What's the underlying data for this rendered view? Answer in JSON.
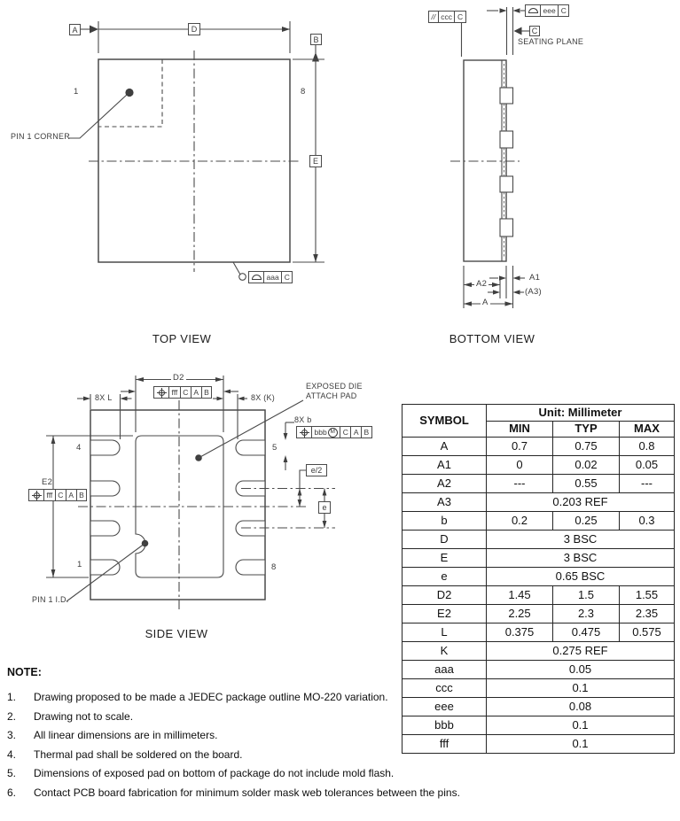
{
  "top_view": {
    "title": "TOP VIEW",
    "datum_a": "A",
    "dim_d": "D",
    "datum_b": "B",
    "dim_e": "E",
    "pin1": "1",
    "pin8": "8",
    "pin1_corner_label": "PIN 1 CORNER",
    "frame_aaa": {
      "tol": "aaa",
      "d1": "C"
    }
  },
  "bottom_view": {
    "title": "BOTTOM VIEW",
    "frame_ccc": {
      "sym": "//",
      "tol": "ccc",
      "d1": "C"
    },
    "frame_eee": {
      "tol": "eee",
      "d1": "C"
    },
    "datum_c": "C",
    "seating_plane_label": "SEATING PLANE",
    "dim_a1": "A1",
    "dim_a2": "A2",
    "dim_a3": "(A3)",
    "dim_a": "A"
  },
  "side_view": {
    "title": "SIDE VIEW",
    "dim_d2": "D2",
    "dim_8x_l": "8X L",
    "dim_8x_k": "8X (K)",
    "exposed_pad_line1": "EXPOSED DIE",
    "exposed_pad_line2": "ATTACH PAD",
    "dim_8x_b": "8X b",
    "frame_fff_top": {
      "tol": "fff",
      "d1": "C",
      "d2": "A",
      "d3": "B"
    },
    "frame_bbb": {
      "tol": "bbb",
      "mod": "M",
      "d1": "C",
      "d2": "A",
      "d3": "B"
    },
    "frame_fff_left": {
      "tol": "fff",
      "d1": "C",
      "d2": "A",
      "d3": "B"
    },
    "dim_e2": "E2",
    "dim_e_half": "e/2",
    "dim_e": "e",
    "pin4": "4",
    "pin5": "5",
    "pin1": "1",
    "pin8": "8",
    "pin1_id_label": "PIN 1 I.D."
  },
  "table": {
    "header_symbol": "SYMBOL",
    "header_unit": "Unit: Millimeter",
    "header_min": "MIN",
    "header_typ": "TYP",
    "header_max": "MAX",
    "rows": [
      {
        "symbol": "A",
        "min": "0.7",
        "typ": "0.75",
        "max": "0.8"
      },
      {
        "symbol": "A1",
        "min": "0",
        "typ": "0.02",
        "max": "0.05"
      },
      {
        "symbol": "A2",
        "min": "---",
        "typ": "0.55",
        "max": "---"
      },
      {
        "symbol": "A3",
        "span": "0.203 REF"
      },
      {
        "symbol": "b",
        "min": "0.2",
        "typ": "0.25",
        "max": "0.3"
      },
      {
        "symbol": "D",
        "span": "3 BSC"
      },
      {
        "symbol": "E",
        "span": "3 BSC"
      },
      {
        "symbol": "e",
        "span": "0.65 BSC"
      },
      {
        "symbol": "D2",
        "min": "1.45",
        "typ": "1.5",
        "max": "1.55"
      },
      {
        "symbol": "E2",
        "min": "2.25",
        "typ": "2.3",
        "max": "2.35"
      },
      {
        "symbol": "L",
        "min": "0.375",
        "typ": "0.475",
        "max": "0.575"
      },
      {
        "symbol": "K",
        "span": "0.275 REF"
      },
      {
        "symbol": "aaa",
        "span": "0.05"
      },
      {
        "symbol": "ccc",
        "span": "0.1"
      },
      {
        "symbol": "eee",
        "span": "0.08"
      },
      {
        "symbol": "bbb",
        "span": "0.1"
      },
      {
        "symbol": "fff",
        "span": "0.1"
      }
    ]
  },
  "notes": {
    "heading": "NOTE:",
    "items": [
      {
        "num": "1.",
        "text": "Drawing proposed to be made a JEDEC package outline MO-220 variation."
      },
      {
        "num": "2.",
        "text": "Drawing not to scale."
      },
      {
        "num": "3.",
        "text": "All linear dimensions are in millimeters."
      },
      {
        "num": "4.",
        "text": "Thermal pad shall be soldered on the board."
      },
      {
        "num": "5.",
        "text": "Dimensions of exposed pad on bottom of package do not include mold flash."
      },
      {
        "num": "6.",
        "text": "Contact PCB board fabrication for minimum solder mask web tolerances between the pins."
      }
    ]
  }
}
